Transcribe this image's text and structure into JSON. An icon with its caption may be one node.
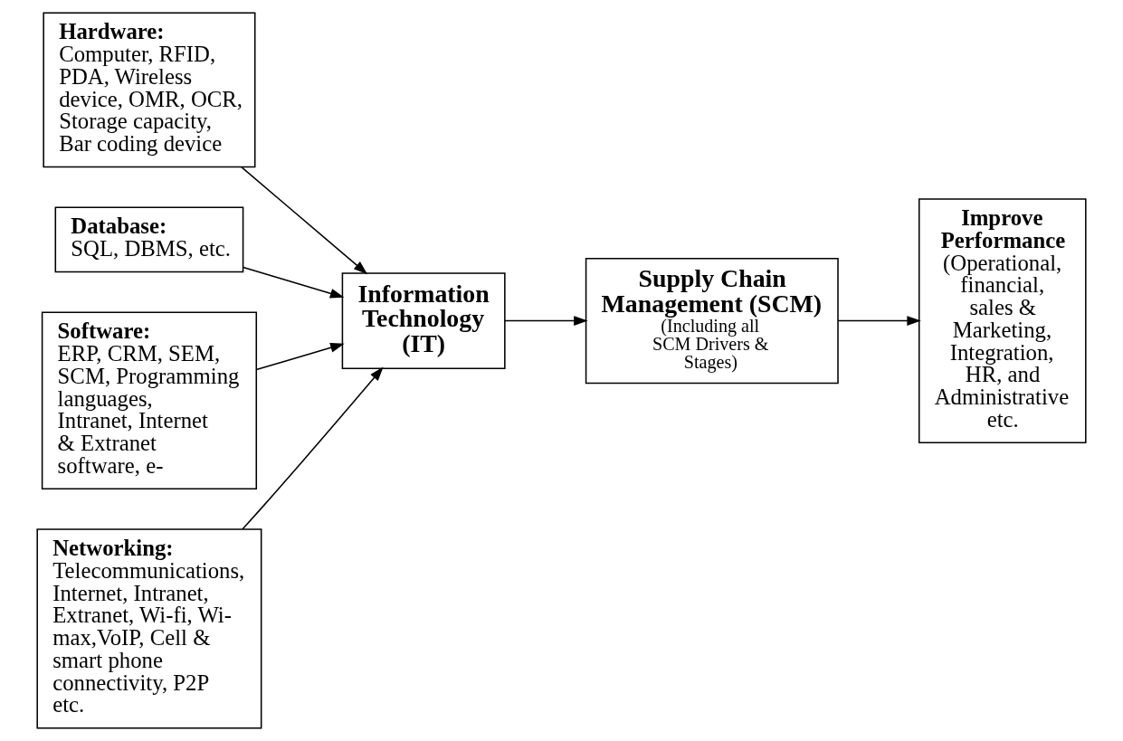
{
  "diagram": {
    "nodes": [
      {
        "text": [
          "Hardware:",
          "Computer, RFID, PDA, Wireless device, OMR, OCR, Storage capacity, Bar coding device"
        ]
      },
      {
        "text": [
          "Database:",
          "SQL, DBMS, etc."
        ]
      },
      {
        "text": [
          "Information Technology (IT)"
        ]
      },
      {
        "text": [
          "Supply Chain Management (SCM)",
          "(Including all SCM Drivers & Stages)"
        ]
      },
      {
        "text": [
          "Improve Performance",
          "(Operational, financial, sales & Marketing, Integration, HR, and Administrative etc."
        ]
      },
      {
        "text": [
          "Software:",
          "ERP, CRM, SEM, SCM, Programming languages, Intranet, Internet & Extranet software, e-"
        ]
      },
      {
        "text": [
          "Networking:",
          "Telecommunications, Internet, Intranet, Extranet, Wi-fi, Wi-max,VoIP, Cell & smart phone connectivity, P2P etc."
        ]
      }
    ],
    "edges": [
      {
        "from": 0,
        "to": 2,
        "arrow": "to"
      },
      {
        "from": 1,
        "to": 2,
        "arrow": "to"
      },
      {
        "from": 5,
        "to": 2,
        "arrow": "to"
      },
      {
        "from": 6,
        "to": 2,
        "arrow": "to"
      },
      {
        "from": 2,
        "to": 3,
        "arrow": "to"
      },
      {
        "from": 3,
        "to": 4,
        "arrow": "to"
      }
    ]
  }
}
